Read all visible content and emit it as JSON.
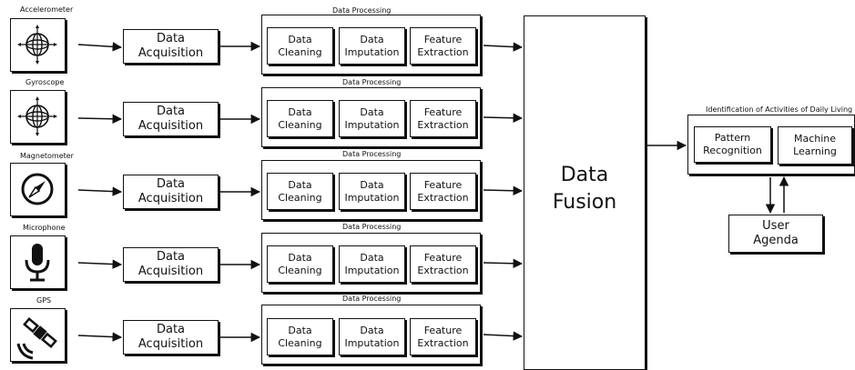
{
  "rows": [
    {
      "sensor": "Accelerometer",
      "sensor_icon": "accelerometer-icon",
      "acquisition": "Data\nAcquisition",
      "processing_title": "Data Processing",
      "steps": [
        "Data\nCleaning",
        "Data\nImputation",
        "Feature\nExtraction"
      ]
    },
    {
      "sensor": "Gyroscope",
      "sensor_icon": "gyroscope-icon",
      "acquisition": "Data\nAcquisition",
      "processing_title": "Data Processing",
      "steps": [
        "Data\nCleaning",
        "Data\nImputation",
        "Feature\nExtraction"
      ]
    },
    {
      "sensor": "Magnetometer",
      "sensor_icon": "compass-icon",
      "acquisition": "Data\nAcquisition",
      "processing_title": "Data Processing",
      "steps": [
        "Data\nCleaning",
        "Data\nImputation",
        "Feature\nExtraction"
      ]
    },
    {
      "sensor": "Microphone",
      "sensor_icon": "microphone-icon",
      "acquisition": "Data\nAcquisition",
      "processing_title": "Data Processing",
      "steps": [
        "Data\nCleaning",
        "Data\nImputation",
        "Feature\nExtraction"
      ]
    },
    {
      "sensor": "GPS",
      "sensor_icon": "satellite-icon",
      "acquisition": "Data\nAcquisition",
      "processing_title": "Data Processing",
      "steps": [
        "Data\nCleaning",
        "Data\nImputation",
        "Feature\nExtraction"
      ]
    }
  ],
  "fusion": {
    "label": "Data\nFusion"
  },
  "identification": {
    "title": "Identification of Activities of Daily Living",
    "boxes": [
      "Pattern\nRecognition",
      "Machine\nLearning"
    ]
  },
  "user_agenda": {
    "label": "User\nAgenda"
  },
  "colors": {
    "stroke": "#111111",
    "background": "#ffffff"
  }
}
